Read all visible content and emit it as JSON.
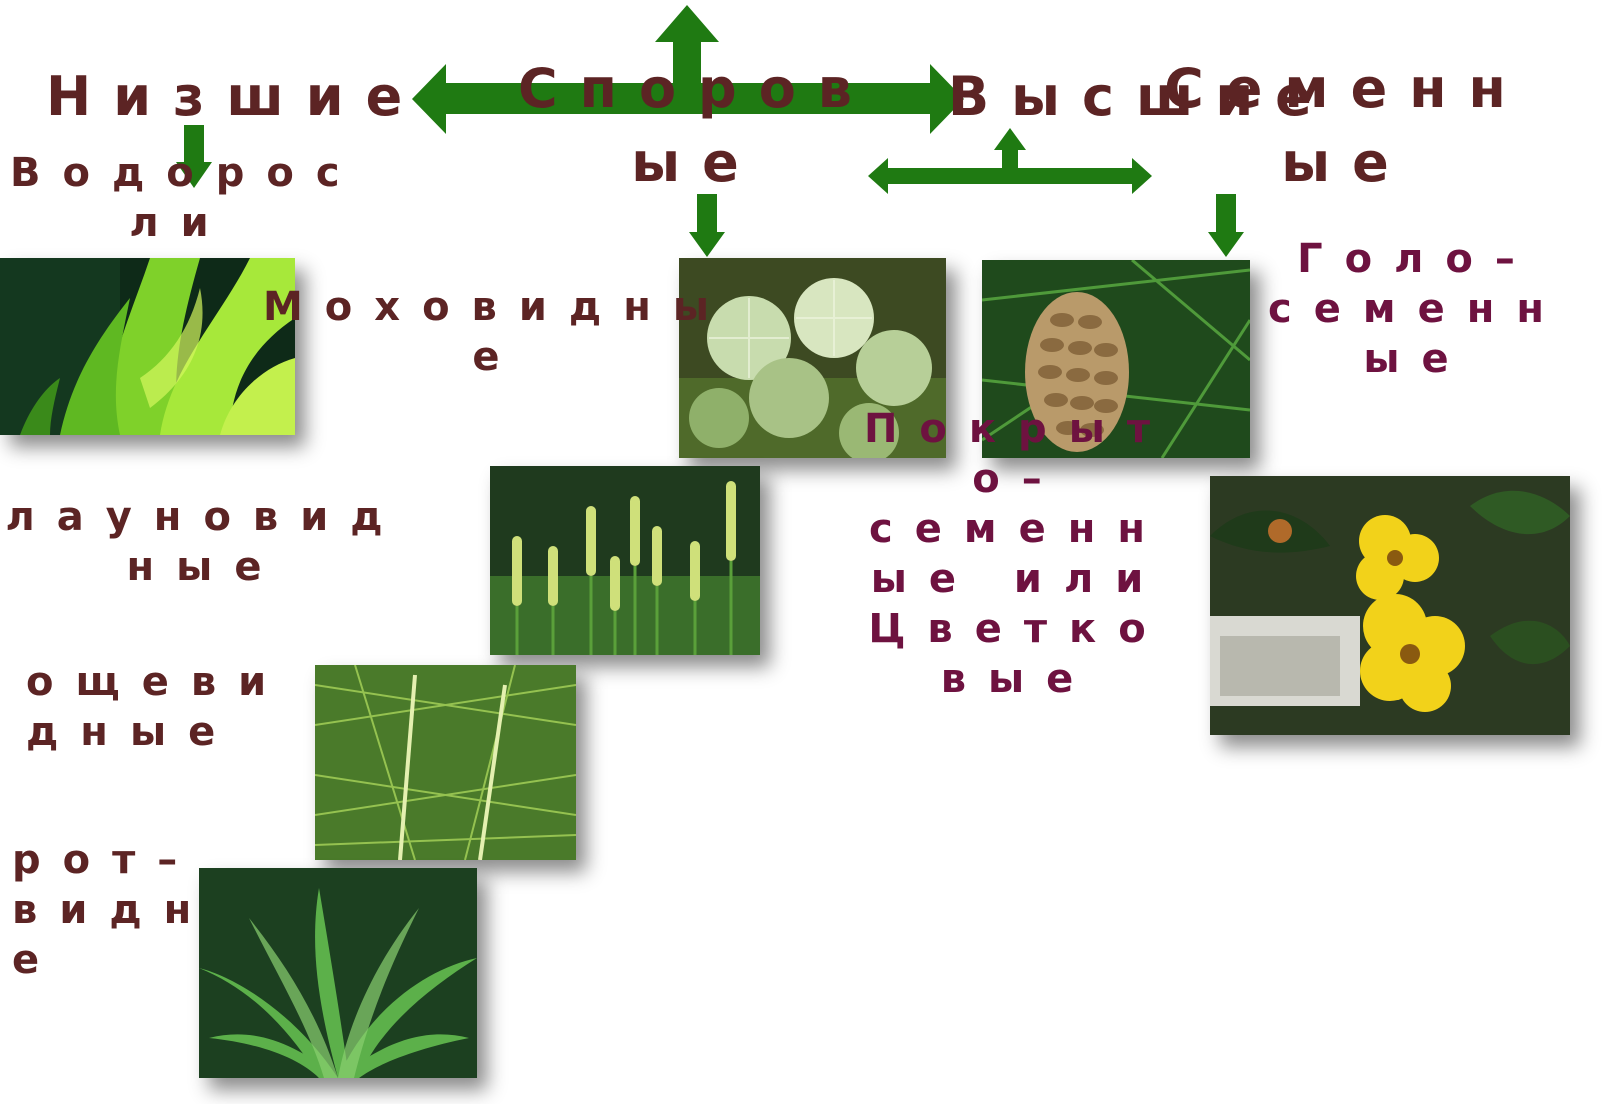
{
  "labels": {
    "nizshie": "Низшие",
    "sporovye": "Споров\nые",
    "vysshie": "Высшие",
    "semennye": "Семенн\nые",
    "vodorosli": "Водорос\nли",
    "mokhovidnye": "Моховидны\nе",
    "golosemennye": "Голо–\nсеменн\nые",
    "pokrytosemennye": "Покрыт\nо–\nсеменн\nые или\nЦветко\nвые",
    "plaunovidnye": "лауновид\nные",
    "khvoshchevidnye": "ощеви\nдные",
    "paporotnikovidnye": "рот–\nвидн\nе"
  },
  "colors": {
    "arrow": "#1f7a12",
    "label_dark": "#5c2424",
    "label_purple": "#6e1240"
  },
  "icons": {
    "algae": "algae-photo",
    "moss": "moss-photo",
    "pinecone": "pinecone-photo",
    "flower": "yellow-flower-photo",
    "clubmoss": "clubmoss-photo",
    "horsetail": "horsetail-photo",
    "fern": "fern-photo"
  }
}
